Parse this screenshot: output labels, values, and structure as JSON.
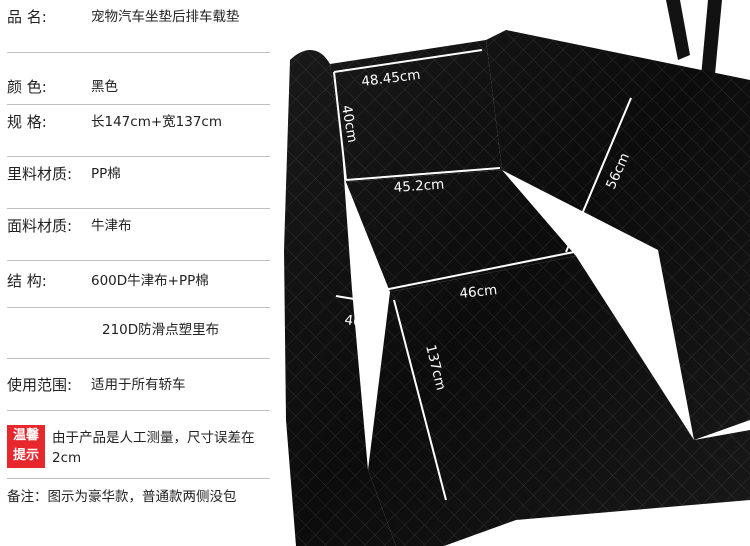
{
  "specs": {
    "name": {
      "label": "品    名:",
      "value": "宠物汽车坐垫后排车载垫"
    },
    "color": {
      "label": "颜    色:",
      "value": "黑色"
    },
    "size": {
      "label": "规    格:",
      "value": "长147cm+宽137cm"
    },
    "lining": {
      "label": "里料材质:",
      "value": "PP棉"
    },
    "fabric": {
      "label": "面料材质:",
      "value": "牛津布"
    },
    "structure": {
      "label": "结    构:",
      "value": "600D牛津布+PP棉",
      "extra": "210D防滑点塑里布"
    },
    "scope": {
      "label": "使用范围:",
      "value": "适用于所有轿车"
    }
  },
  "warning": {
    "badge_line1": "温馨",
    "badge_line2": "提示",
    "text": "由于产品是人工测量，尺寸误差在2cm",
    "badge_color": "#e8272c"
  },
  "note": "备注：图示为豪华款，普通款两侧没包",
  "dimensions": {
    "top_width": "48.45cm",
    "back_height": "40cm",
    "back_lower_width": "45.2cm",
    "right_side": "56cm",
    "seat_width": "46cm",
    "flap_width": "46cm",
    "seat_length": "137cm"
  }
}
